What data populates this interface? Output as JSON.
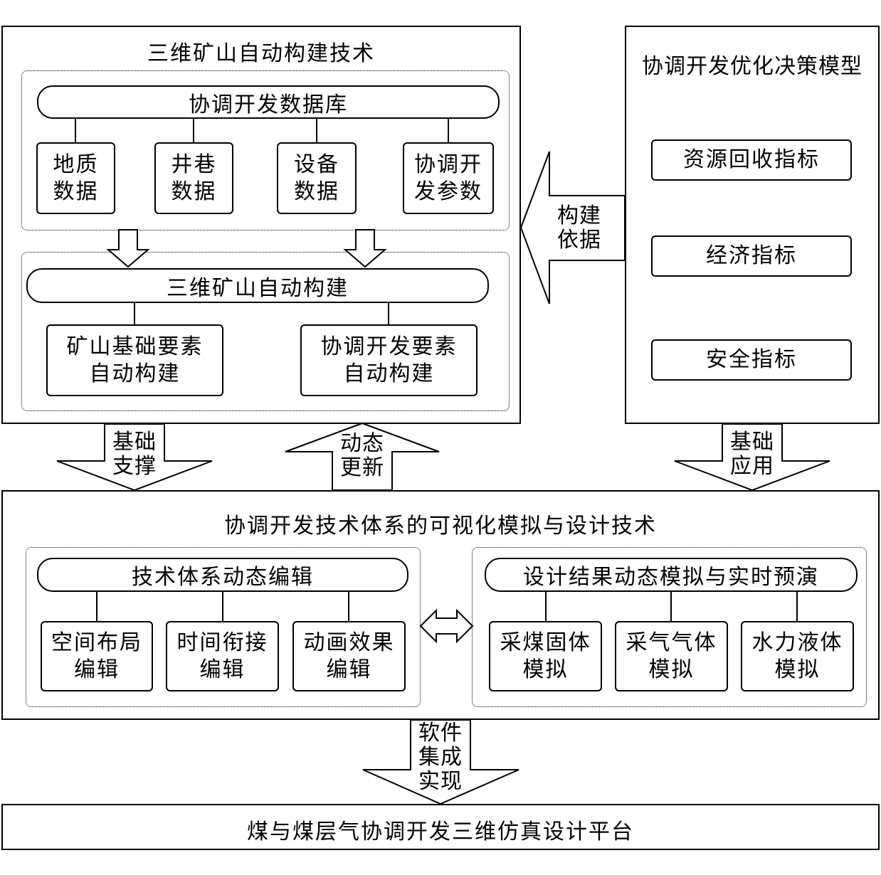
{
  "top_left": {
    "title": "三维矿山自动构建技术",
    "database": {
      "title": "协调开发数据库",
      "items": [
        "地质\n数据",
        "井巷\n数据",
        "设备\n数据",
        "协调开\n发参数"
      ]
    },
    "construction": {
      "title": "三维矿山自动构建",
      "items": [
        "矿山基础要素\n自动构建",
        "协调开发要素\n自动构建"
      ]
    }
  },
  "right": {
    "title": "协调开发优化决策模型",
    "items": [
      "资源回收指标",
      "经济指标",
      "安全指标"
    ]
  },
  "arrows": {
    "basis": "构建\n依据",
    "support": "基础\n支撑",
    "update": "动态\n更新",
    "apply": "基础\n应用",
    "software": "软件\n集成\n实现"
  },
  "middle": {
    "title": "协调开发技术体系的可视化模拟与设计技术",
    "edit": {
      "title": "技术体系动态编辑",
      "items": [
        "空间布局\n编辑",
        "时间衔接\n编辑",
        "动画效果\n编辑"
      ]
    },
    "sim": {
      "title": "设计结果动态模拟与实时预演",
      "items": [
        "采煤固体\n模拟",
        "采气气体\n模拟",
        "水力液体\n模拟"
      ]
    }
  },
  "bottom": {
    "title": "煤与煤层气协调开发三维仿真设计平台"
  }
}
